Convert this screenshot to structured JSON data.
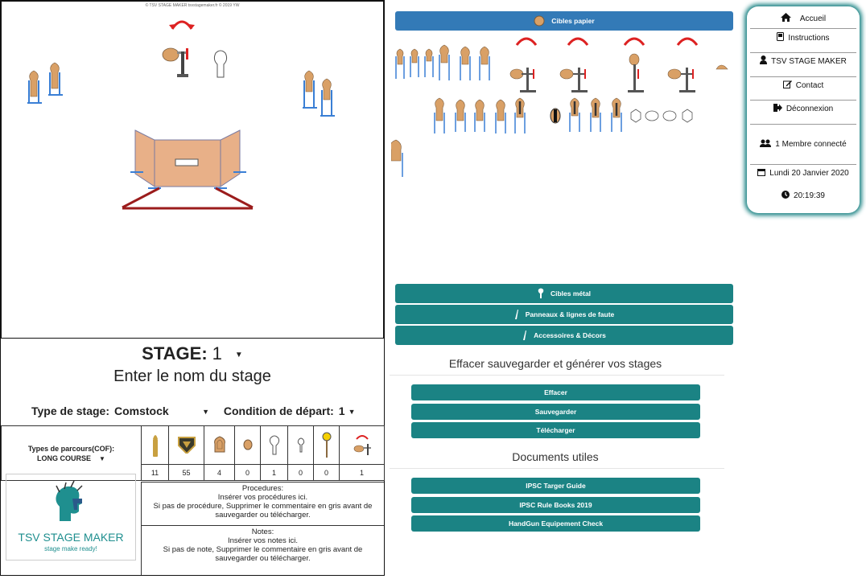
{
  "canvas": {
    "copyright": "© TSV STAGE MAKER tsvstagemaker.fr © 2019 YW"
  },
  "stage": {
    "label": "STAGE:",
    "number": "1",
    "name": "Enter le nom du stage",
    "type_label": "Type de stage:",
    "type_value": "Comstock",
    "condition_label": "Condition de départ:",
    "condition_value": "1",
    "cof_label": "Types de parcours(COF):",
    "cof_value": "LONG COURSE",
    "counts": [
      "11",
      "55",
      "4",
      "0",
      "1",
      "0",
      "0",
      "1"
    ],
    "column_icons": [
      "bullet-icon",
      "badge-icon",
      "paper-target-icon",
      "mini-target-icon",
      "popper-icon",
      "mini-popper-icon",
      "plate-icon",
      "swinger-icon"
    ],
    "procedures": {
      "title": "Procedures:",
      "line1": "Insérer vos procédures ici.",
      "line2": "Si pas de procédure, Supprimer le commentaire en gris avant de sauvegarder ou télécharger."
    },
    "notes": {
      "title": "Notes:",
      "line1": "Insérer vos notes ici.",
      "line2": "Si pas de note, Supprimer le commentaire en gris avant de sauvegarder ou télécharger."
    }
  },
  "logo": {
    "text": "TSV STAGE MAKER",
    "tagline": "stage make ready!"
  },
  "categories": {
    "paper": "Cibles papier",
    "metal": "Cibles métal",
    "panels": "Panneaux & lignes de faute",
    "props": "Accessoires & Décors"
  },
  "actions": {
    "title": "Effacer sauvegarder et générer vos stages",
    "clear": "Effacer",
    "save": "Sauvegarder",
    "download": "Télécharger"
  },
  "documents": {
    "title": "Documents utiles",
    "target_guide": "IPSC Targer Guide",
    "rule_books": "IPSC Rule Books 2019",
    "equipment": "HandGun Equipement Check"
  },
  "nav": {
    "home": "Accueil",
    "instructions": "Instructions",
    "profile": "TSV STAGE MAKER",
    "contact": "Contact",
    "logout": "Déconnexion",
    "members": "1 Membre connecté",
    "date": "Lundi 20 Janvier 2020",
    "time": "20:19:39"
  },
  "colors": {
    "blue_header": "#337ab7",
    "teal": "#1b8384",
    "target_tan": "#d9a066",
    "fault_line": "#9b1c1c",
    "stand_blue": "#3a7fd5",
    "swinger_red": "#dd2222"
  }
}
